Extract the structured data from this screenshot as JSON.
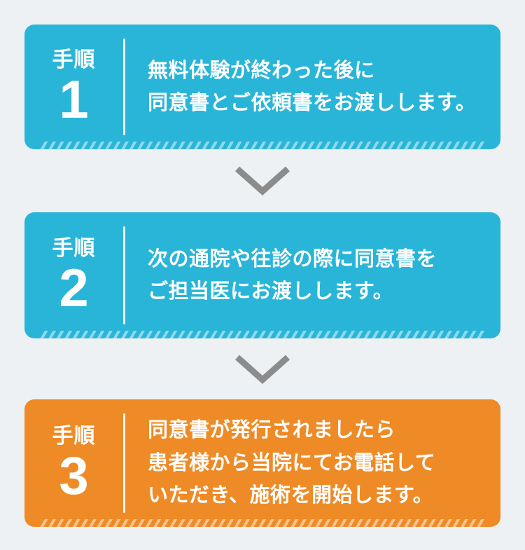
{
  "colors": {
    "background": "#EDF1F4",
    "card_blue": "#29B5D8",
    "card_orange": "#EE8B26",
    "arrow": "#8C8C8C",
    "text": "#FFFFFF"
  },
  "icons": {
    "between_steps": "chevron-down"
  },
  "steps": [
    {
      "label": "手順",
      "number": "1",
      "color": "#29B5D8",
      "lines": [
        "無料体験が終わった後に",
        "同意書とご依頼書をお渡しします。"
      ]
    },
    {
      "label": "手順",
      "number": "2",
      "color": "#29B5D8",
      "lines": [
        "次の通院や往診の際に同意書を",
        "ご担当医にお渡しします。"
      ]
    },
    {
      "label": "手順",
      "number": "3",
      "color": "#EE8B26",
      "lines": [
        "同意書が発行されましたら",
        "患者様から当院にてお電話して",
        "いただき、施術を開始します。"
      ]
    }
  ]
}
